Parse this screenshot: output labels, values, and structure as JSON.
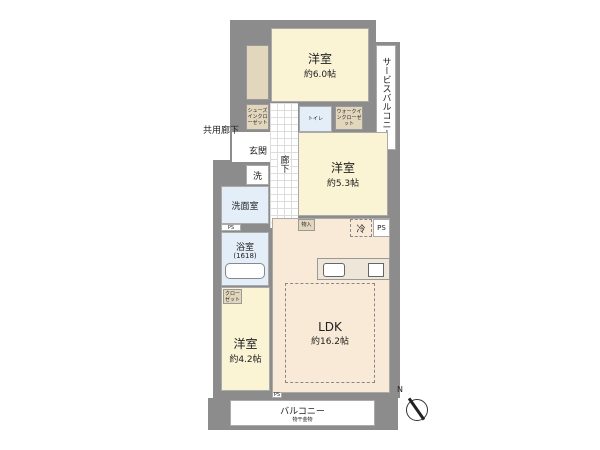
{
  "rooms": {
    "western1": {
      "name": "洋室",
      "size": "約6.0帖"
    },
    "western2": {
      "name": "洋室",
      "size": "約5.3帖"
    },
    "western3": {
      "name": "洋室",
      "size": "約4.2帖"
    },
    "ldk": {
      "name": "LDK",
      "size": "約16.2帖"
    },
    "service_balcony": "サービスバルコニー",
    "toilet": "トイレ",
    "walkin_closet": "ウォークインクローゼット",
    "shoe_closet": "シューズインクローゼット",
    "common_corridor": "共用廊下",
    "entrance": "玄関",
    "hallway": "廊下",
    "laundry": "洗",
    "washroom": "洗面室",
    "bathroom": "浴室",
    "bathroom_size": "(1618)",
    "closet": "クローゼット",
    "storage": "物入",
    "fridge": "冷",
    "ps1": "PS",
    "ps2": "PS",
    "ps3": "PS",
    "balcony": "バルコニー",
    "drying_hardware": "物干金物"
  },
  "compass": {
    "label": "N"
  },
  "colors": {
    "wall": "#8c8c8c",
    "bedroom": "#faf3d4",
    "ldk": "#f8ead6",
    "wet": "#e3eef8",
    "storage": "#e2d6bd"
  }
}
